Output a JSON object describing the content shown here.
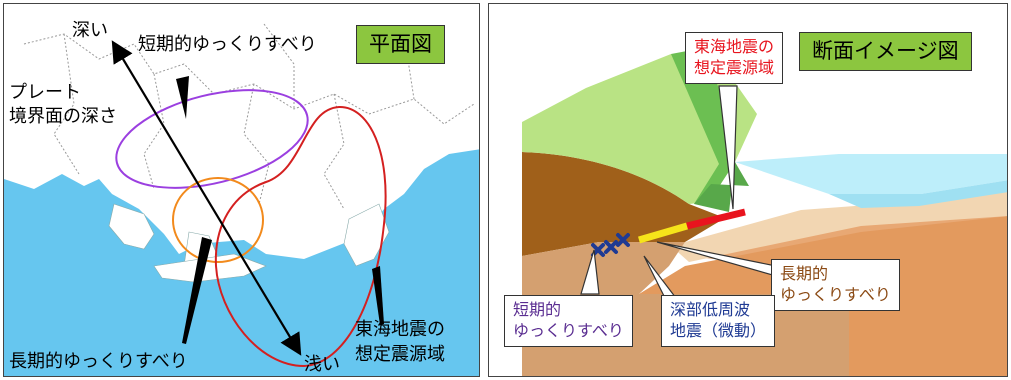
{
  "plan_view": {
    "title": "平面図",
    "label_deep": "深い",
    "label_shallow": "浅い",
    "label_short_term": "短期的ゆっくりすべり",
    "label_long_term": "長期的ゆっくりすべり",
    "label_plate_depth_line1": "プレート",
    "label_plate_depth_line2": "境界面の深さ",
    "label_tokai_line1": "東海地震の",
    "label_tokai_line2": "想定震源域",
    "colors": {
      "sea": "#66c6ef",
      "short_term": "#9b3fe0",
      "long_term": "#f28a1c",
      "tokai": "#d42020"
    }
  },
  "section_view": {
    "title": "断面イメージ図",
    "label_tokai_line1": "東海地震の",
    "label_tokai_line2": "想定震源域",
    "label_long_term_line1": "長期的",
    "label_long_term_line2": "ゆっくりすべり",
    "label_short_term_line1": "短期的",
    "label_short_term_line2": "ゆっくりすべり",
    "label_tremor_line1": "深部低周波",
    "label_tremor_line2": "地震（微動）",
    "colors": {
      "tokai": "#e8141e",
      "long_term": "#f6e41a",
      "short_term": "#5a2d91",
      "tremor": "#1f3a93",
      "title_bg": "#8cc63f"
    }
  }
}
